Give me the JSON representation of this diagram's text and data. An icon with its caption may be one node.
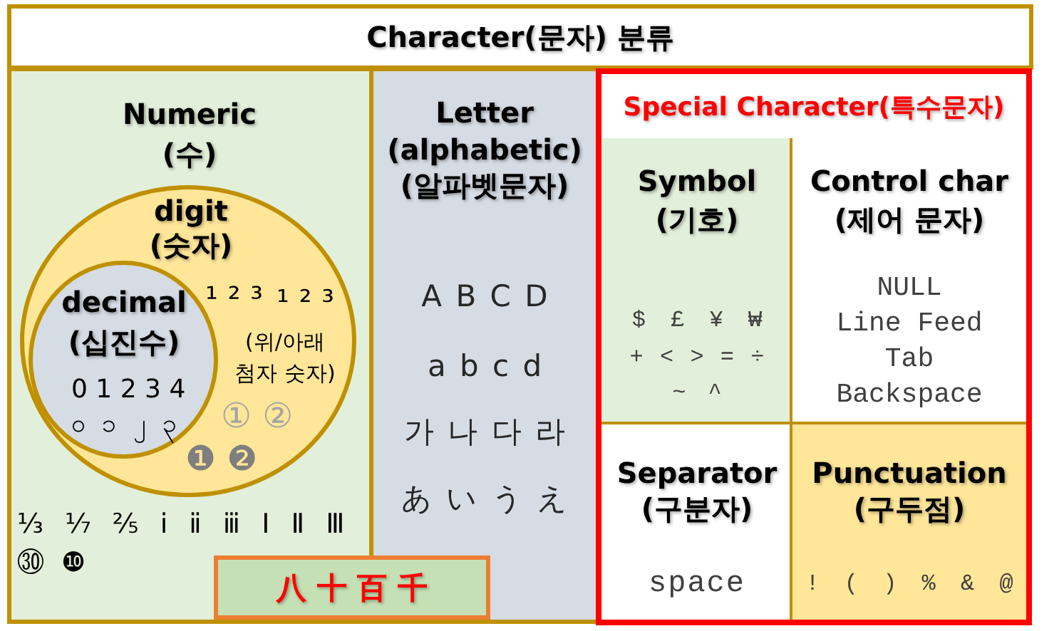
{
  "diagram": {
    "title": "Character(문자) 분류",
    "nodes": [
      {
        "text": [
          "Numeric (수)",
          "⅓ ⅐ ⅖ ⅰ ⅱ ⅲ Ⅰ Ⅱ Ⅲ",
          "㉚ ❿"
        ]
      },
      {
        "text": [
          "digit (숫자)",
          "¹ ² ³",
          "₁ ₂ ₃",
          "(위/아래 첨자 숫자)",
          "① ②",
          "❶ ❷"
        ],
        "in": 0
      },
      {
        "text": [
          "decimal (십진수)",
          "0 1 2 3 4",
          "၀ ၁ ၂ ၃"
        ],
        "in": 1
      },
      {
        "text": [
          "Letter (alphabetic) (알파벳문자)",
          "A B C D",
          "a b c d",
          "가 나 다 라",
          "あ い う え"
        ]
      },
      {
        "text": [
          "八 十 百 千"
        ]
      },
      {
        "text": [
          "Special Character(특수문자)"
        ]
      },
      {
        "text": [
          "Symbol (기호)",
          "$ £ ¥ ₩",
          "+ < > = ÷",
          "~ ^"
        ],
        "in": 5
      },
      {
        "text": [
          "Control char (제어 문자)",
          "NULL",
          "Line Feed",
          "Tab",
          "Backspace"
        ],
        "in": 5
      },
      {
        "text": [
          "Separator (구분자)",
          "space"
        ],
        "in": 5
      },
      {
        "text": [
          "Punctuation (구두점)",
          "! ( ) % & @"
        ],
        "in": 5
      }
    ]
  }
}
